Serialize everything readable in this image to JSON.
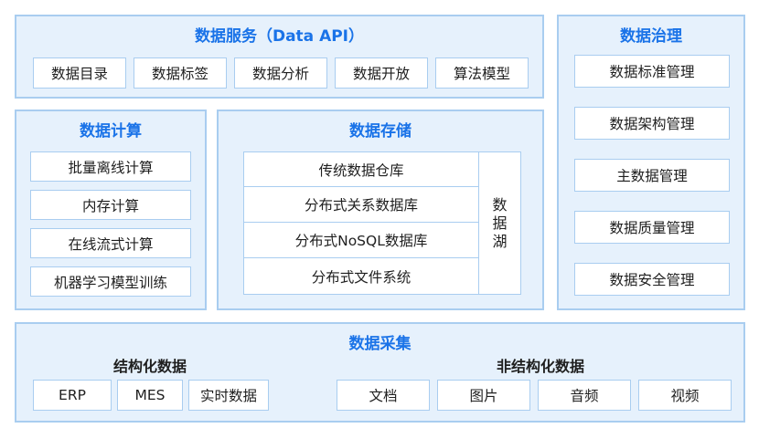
{
  "data_service": {
    "title": "数据服务（Data API）",
    "items": [
      "数据目录",
      "数据标签",
      "数据分析",
      "数据开放",
      "算法模型"
    ]
  },
  "data_governance": {
    "title": "数据治理",
    "items": [
      "数据标准管理",
      "数据架构管理",
      "主数据管理",
      "数据质量管理",
      "数据安全管理"
    ]
  },
  "data_compute": {
    "title": "数据计算",
    "items": [
      "批量离线计算",
      "内存计算",
      "在线流式计算",
      "机器学习模型训练"
    ]
  },
  "data_storage": {
    "title": "数据存储",
    "items": [
      "传统数据仓库",
      "分布式关系数据库",
      "分布式NoSQL数据库",
      "分布式文件系统"
    ],
    "lake": [
      "数",
      "据",
      "湖"
    ]
  },
  "data_collection": {
    "title": "数据采集",
    "structured": {
      "title": "结构化数据",
      "items": [
        "ERP",
        "MES",
        "实时数据"
      ]
    },
    "unstructured": {
      "title": "非结构化数据",
      "items": [
        "文档",
        "图片",
        "音频",
        "视频"
      ]
    }
  }
}
